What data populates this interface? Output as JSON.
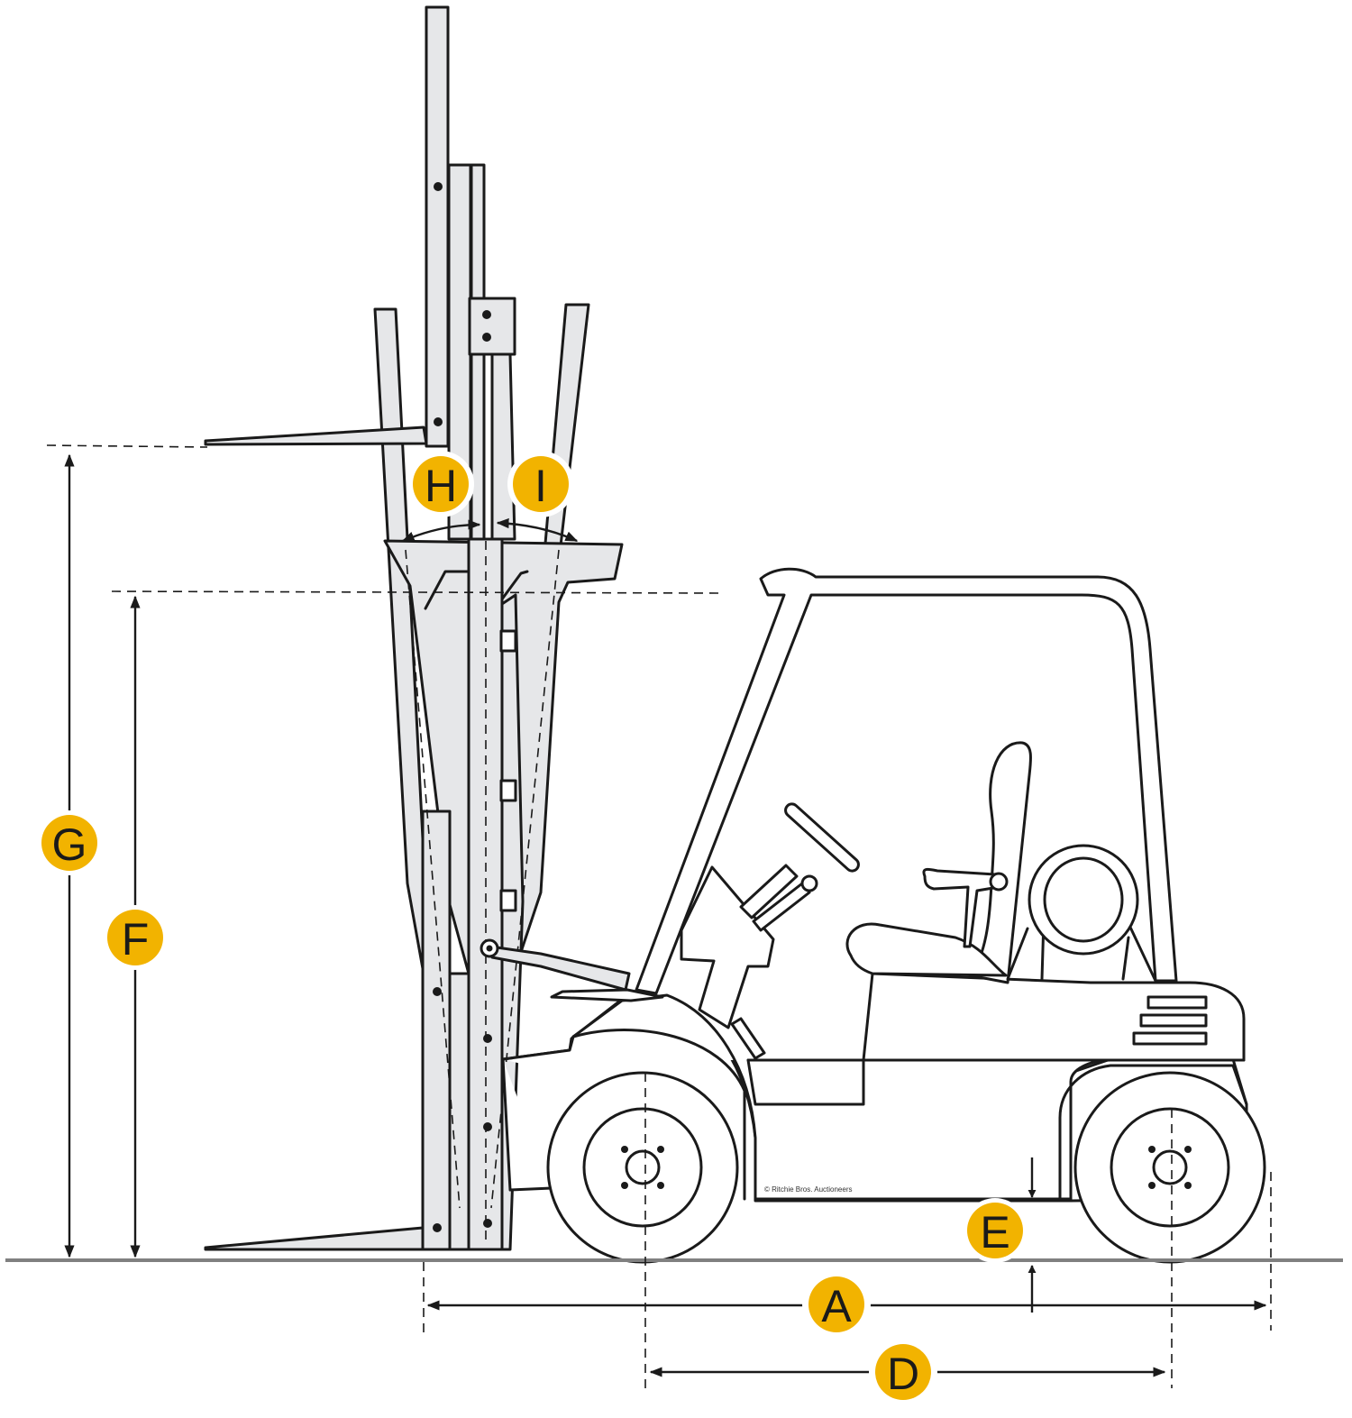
{
  "diagram": {
    "type": "forklift-dimension-diagram",
    "labels": {
      "A": "A",
      "D": "D",
      "E": "E",
      "F": "F",
      "G": "G",
      "H": "H",
      "I": "I"
    },
    "copyright": "© Ritchie Bros. Auctioneers",
    "colors": {
      "badge": "#f2b300",
      "mast_fill": "#e6e7e9",
      "line": "#1a1a1a",
      "ground": "#808080"
    }
  }
}
